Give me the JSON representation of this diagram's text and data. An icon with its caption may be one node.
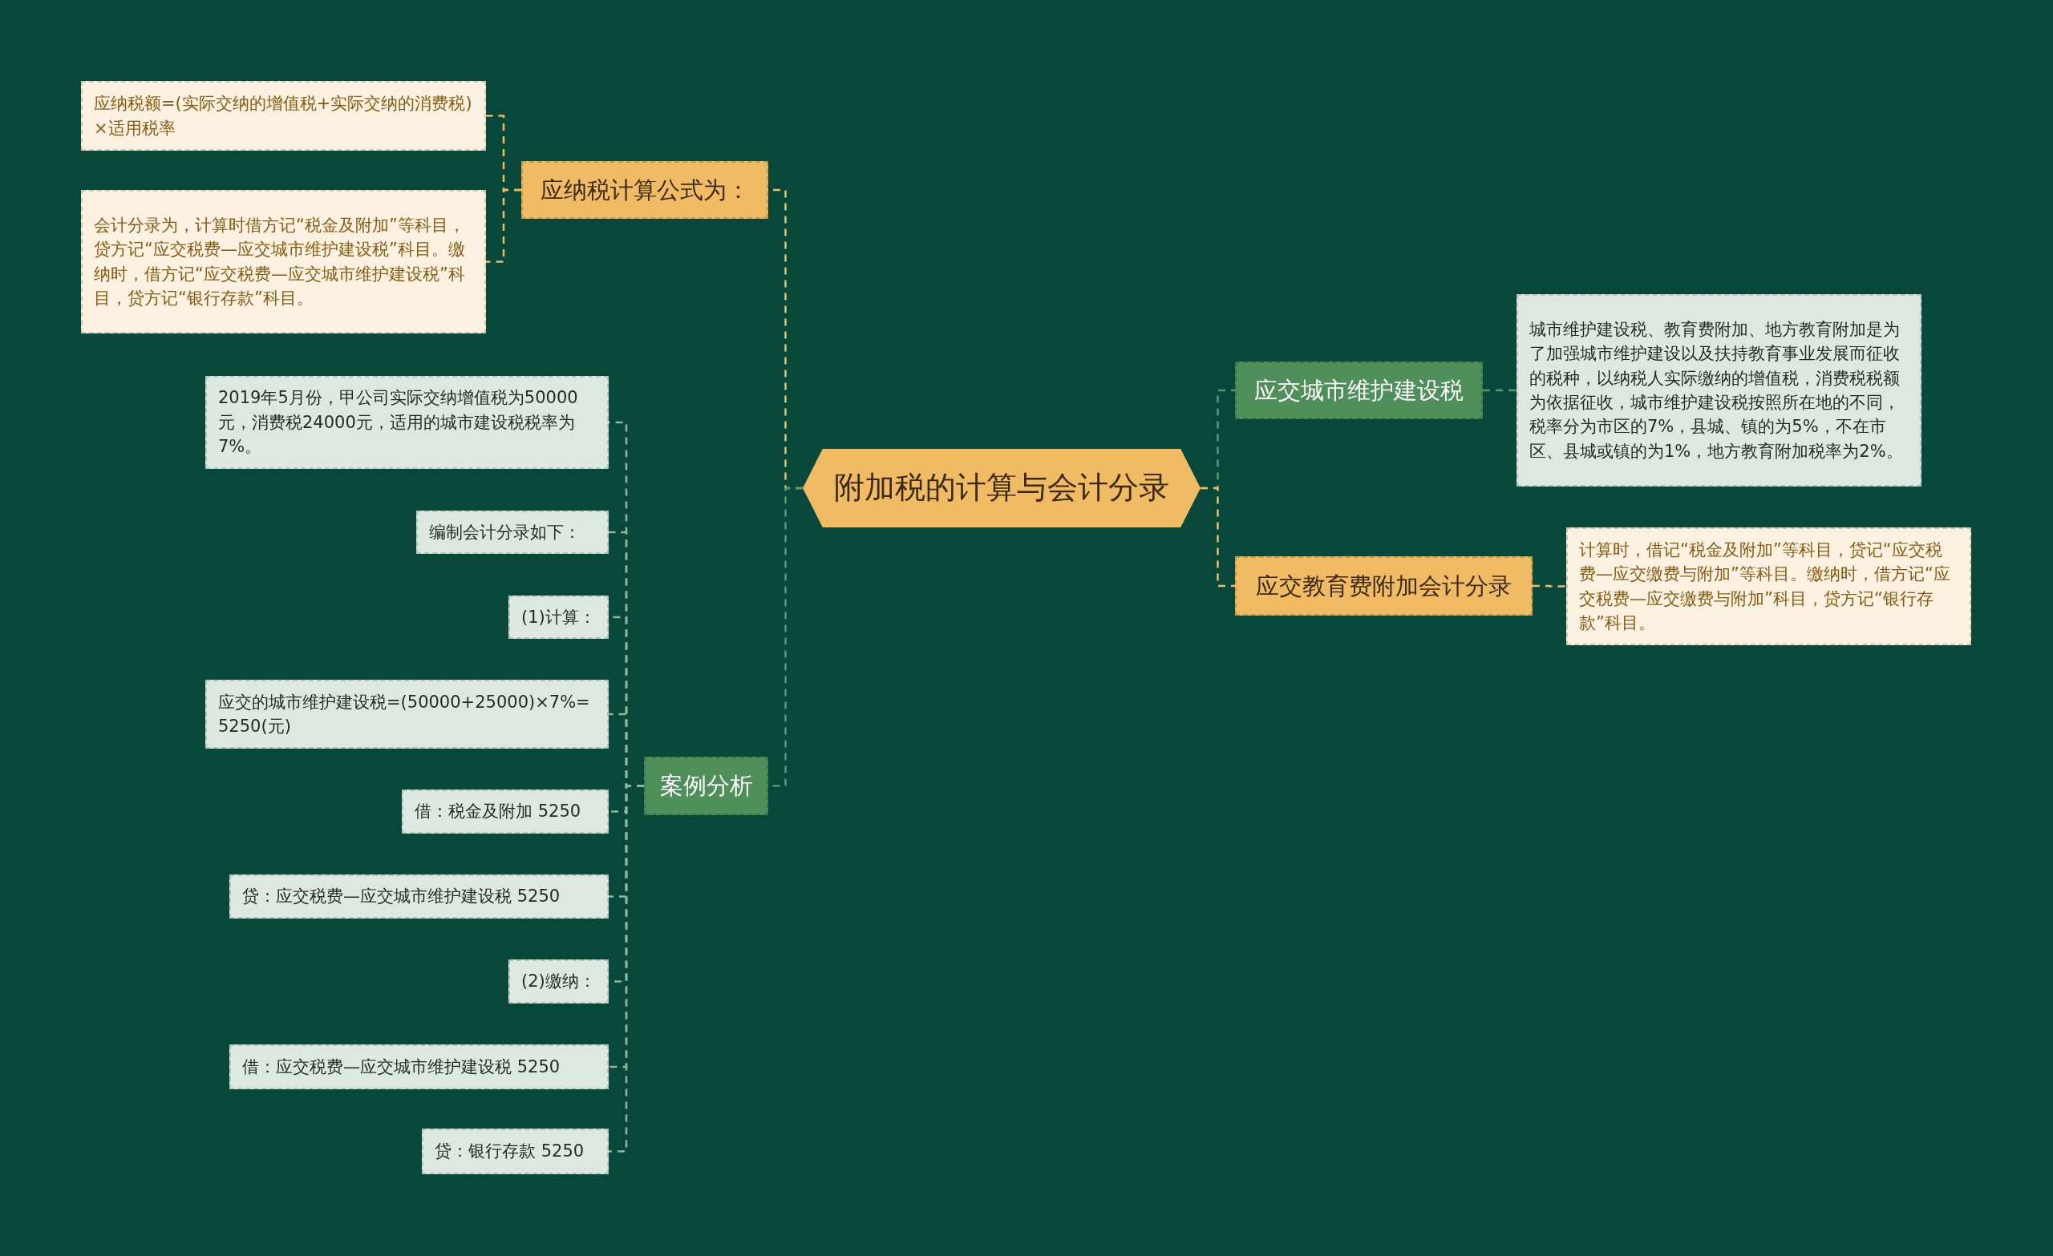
{
  "diagram": {
    "nodes": [
      {
        "text": [
          "附加税的计算与会计分录"
        ]
      },
      {
        "text": [
          "应纳税计算公式为："
        ]
      },
      {
        "text": [
          "应纳税额=(实际交纳的增值税+实际交纳的消费税)×适用税率"
        ]
      },
      {
        "text": [
          "会计分录为，计算时借方记“税金及附加”等科目，贷方记“应交税费—应交城市维护建设税”科目。缴纳时，借方记“应交税费—应交城市维护建设税”科目，贷方记“银行存款”科目。"
        ]
      },
      {
        "text": [
          "案例分析"
        ]
      },
      {
        "text": [
          "2019年5月份，甲公司实际交纳增值税为50000元，消费税24000元，适用的城市建设税税率为7%。"
        ]
      },
      {
        "text": [
          "编制会计分录如下："
        ]
      },
      {
        "text": [
          "(1)计算："
        ]
      },
      {
        "text": [
          "应交的城市维护建设税=(50000+25000)×7%=5250(元)"
        ]
      },
      {
        "text": [
          "借：税金及附加 5250"
        ]
      },
      {
        "text": [
          "贷：应交税费—应交城市维护建设税 5250"
        ]
      },
      {
        "text": [
          "(2)缴纳："
        ]
      },
      {
        "text": [
          "借：应交税费—应交城市维护建设税 5250"
        ]
      },
      {
        "text": [
          "贷：银行存款 5250"
        ]
      },
      {
        "text": [
          "应交城市维护建设税"
        ]
      },
      {
        "text": [
          "城市维护建设税、教育费附加、地方教育附加是为了加强城市维护建设以及扶持教育事业发展而征收的税种，以纳税人实际缴纳的增值税，消费税税额为依据征收，城市维护建设税按照所在地的不同，税率分为市区的7%，县城、镇的为5%，不在市区、县城或镇的为1%，地方教育附加税率为2%。"
        ]
      },
      {
        "text": [
          "应交教育费附加会计分录"
        ]
      },
      {
        "text": [
          "计算时，借记“税金及附加”等科目，贷记“应交税费—应交缴费与附加”等科目。缴纳时，借方记“应交税费—应交缴费与附加”科目，贷方记“银行存款”科目。"
        ]
      }
    ],
    "edges": [
      {
        "from": 0,
        "to": 1,
        "arrow": "none",
        "style": "dashed",
        "color": "#f0bb63"
      },
      {
        "from": 1,
        "to": 2,
        "arrow": "none",
        "style": "dashed",
        "color": "#f0bb63"
      },
      {
        "from": 1,
        "to": 3,
        "arrow": "none",
        "style": "dashed",
        "color": "#f0bb63"
      },
      {
        "from": 0,
        "to": 4,
        "arrow": "none",
        "style": "dashed",
        "color": "#5a9a66"
      },
      {
        "from": 4,
        "to": 5,
        "arrow": "none",
        "style": "dashed"
      },
      {
        "from": 4,
        "to": 6,
        "arrow": "none",
        "style": "dashed"
      },
      {
        "from": 4,
        "to": 7,
        "arrow": "none",
        "style": "dashed"
      },
      {
        "from": 4,
        "to": 8,
        "arrow": "none",
        "style": "dashed"
      },
      {
        "from": 4,
        "to": 9,
        "arrow": "none",
        "style": "dashed"
      },
      {
        "from": 4,
        "to": 10,
        "arrow": "none",
        "style": "dashed"
      },
      {
        "from": 4,
        "to": 11,
        "arrow": "none",
        "style": "dashed"
      },
      {
        "from": 4,
        "to": 12,
        "arrow": "none",
        "style": "dashed"
      },
      {
        "from": 4,
        "to": 13,
        "arrow": "none",
        "style": "dashed"
      },
      {
        "from": 0,
        "to": 14,
        "arrow": "none",
        "style": "dashed",
        "color": "#5a9a66"
      },
      {
        "from": 14,
        "to": 15,
        "arrow": "none",
        "style": "dashed",
        "color": "#5a9a66"
      },
      {
        "from": 0,
        "to": 16,
        "arrow": "none",
        "style": "dashed",
        "color": "#f0bb63"
      },
      {
        "from": 16,
        "to": 17,
        "arrow": "none",
        "style": "dashed",
        "color": "#f0bb63"
      }
    ]
  }
}
